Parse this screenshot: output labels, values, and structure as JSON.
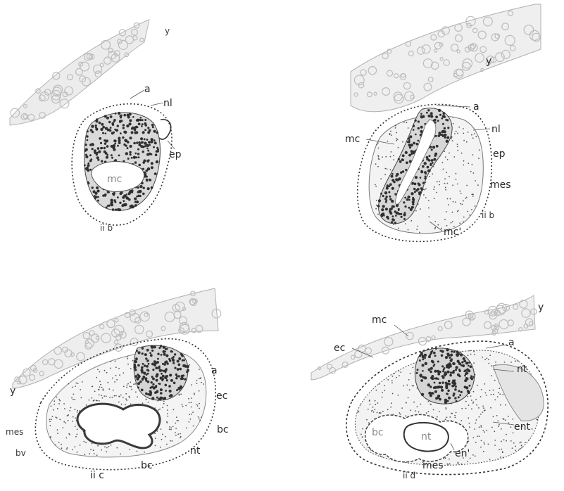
{
  "figure": {
    "panels": [
      {
        "id": "A",
        "labels": {
          "y": "y",
          "a": "a",
          "nl": "nl",
          "ep": "ep",
          "mc": "mc",
          "iib": "ii b"
        }
      },
      {
        "id": "B",
        "labels": {
          "a": "a",
          "y": "y",
          "nl": "nl",
          "mc": "mc",
          "ep": "ep",
          "mes": "mes",
          "iib": "ii b",
          "mc_prime": "mc'"
        }
      },
      {
        "id": "C",
        "labels": {
          "a": "a",
          "y": "y",
          "ec": "ec",
          "bc_right": "bc",
          "mes": "mes",
          "bv": "bv",
          "nt": "nt",
          "bc": "bc",
          "iic": "ii c"
        }
      },
      {
        "id": "D",
        "labels": {
          "y": "y",
          "mc": "mc",
          "ec": "ec",
          "a": "a",
          "nt": "nt",
          "bc": "bc",
          "nt_inner": "nt",
          "ent": "ent",
          "en": "en'",
          "mes": "mes",
          "iid": "ii d"
        }
      }
    ]
  },
  "colors": {
    "ink": "#2a2a2a",
    "yolk": "#cfcfcf",
    "background": "#ffffff"
  }
}
